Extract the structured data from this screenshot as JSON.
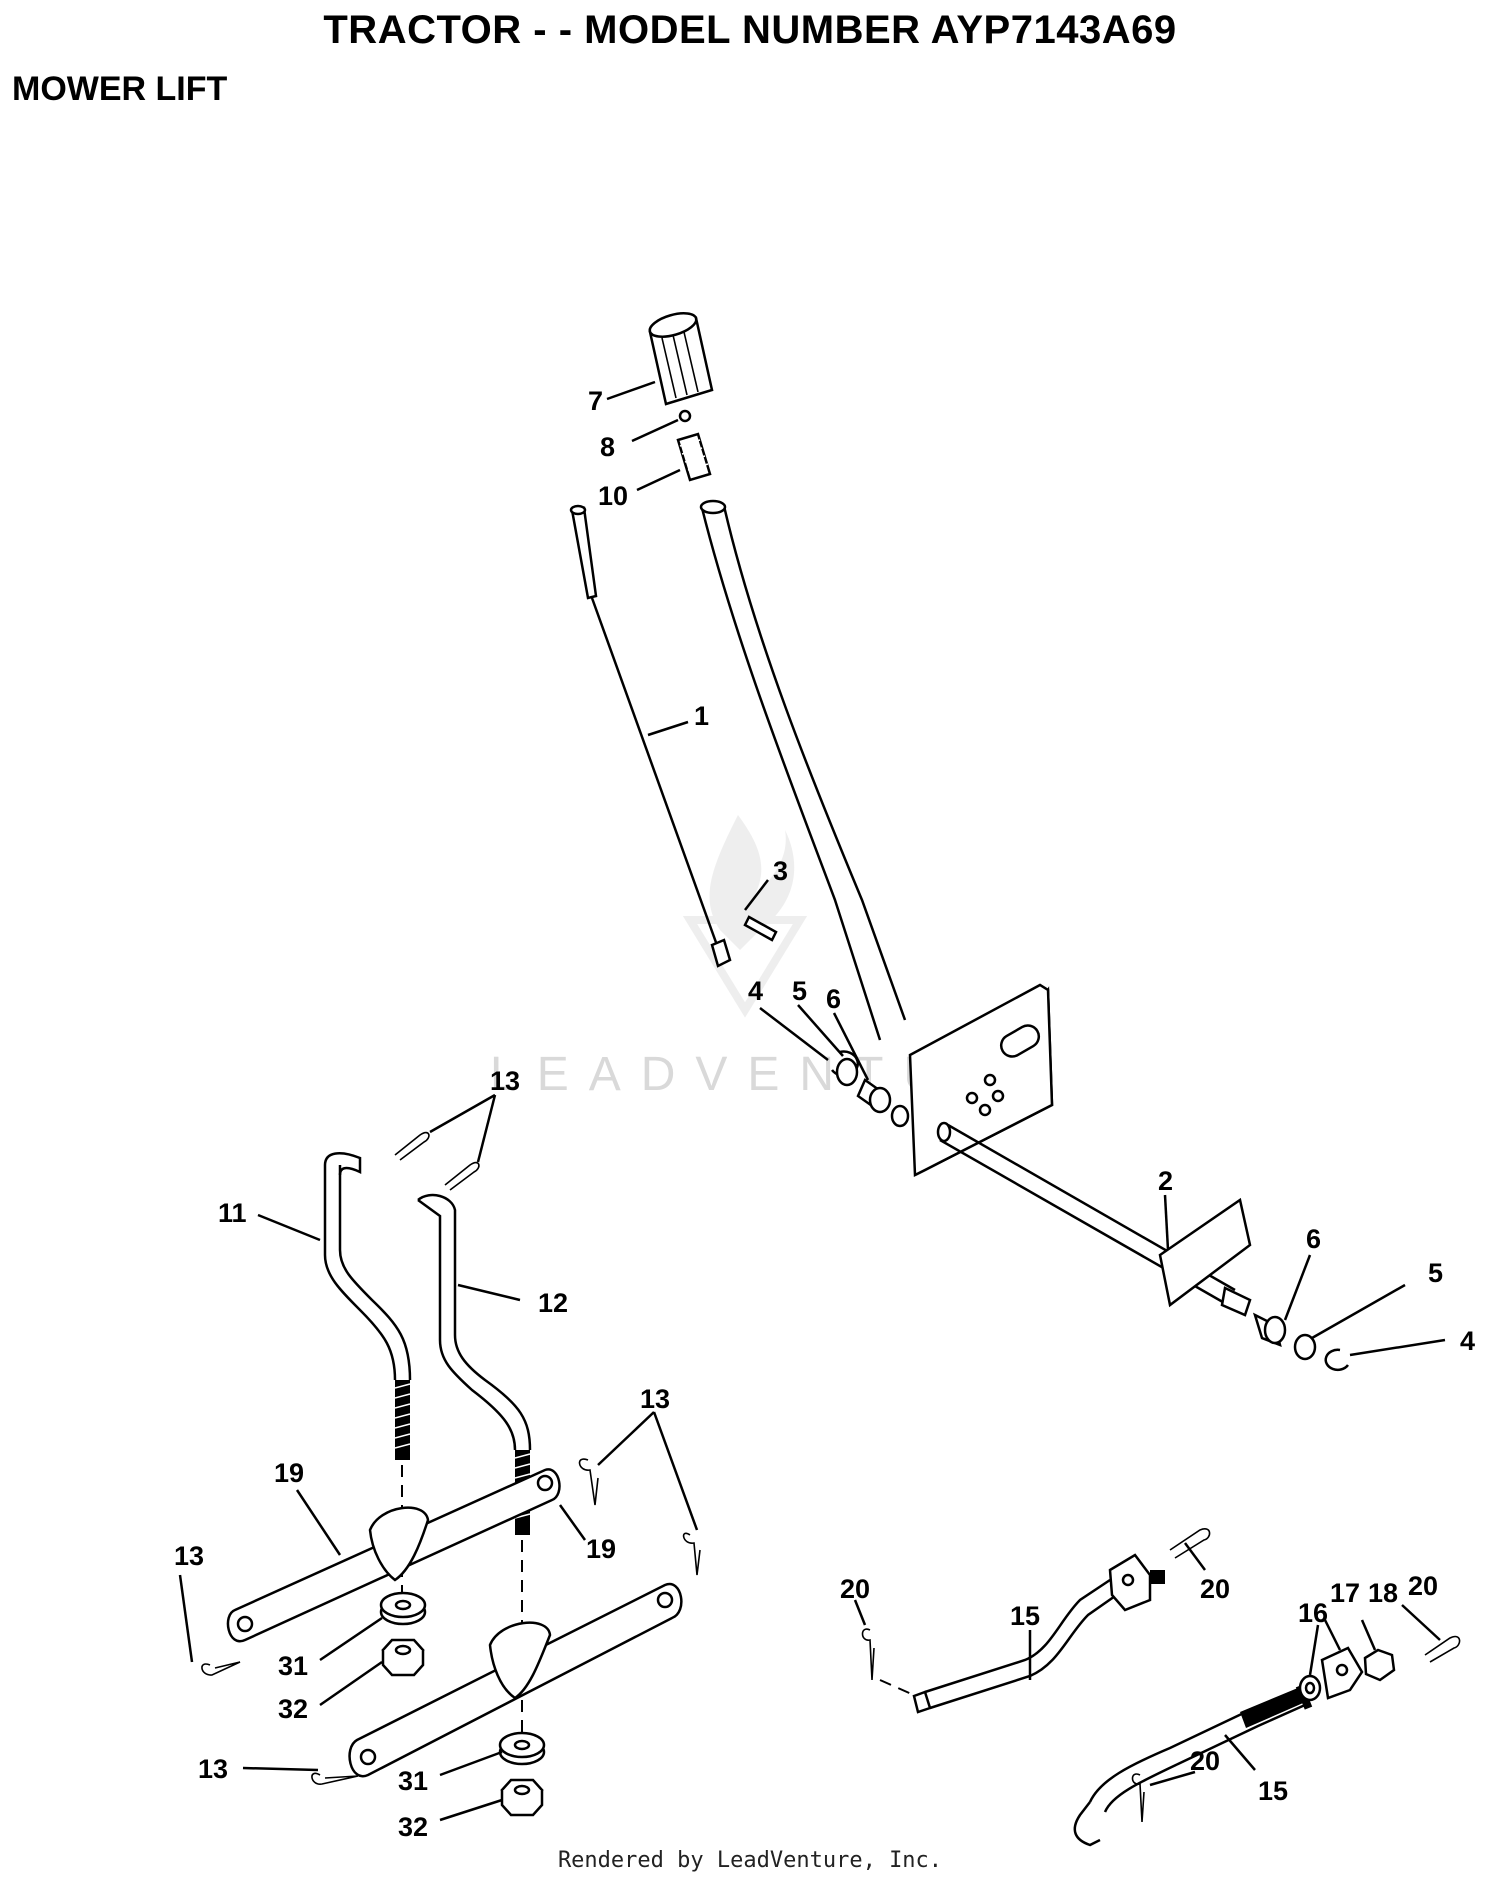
{
  "header": {
    "title": "TRACTOR - - MODEL NUMBER AYP7143A69",
    "section": "MOWER LIFT"
  },
  "watermark": "LEADVENTURE",
  "footer": "Rendered by LeadVenture, Inc.",
  "callouts": [
    {
      "label": "7"
    },
    {
      "label": "8"
    },
    {
      "label": "10"
    },
    {
      "label": "1"
    },
    {
      "label": "3"
    },
    {
      "label": "4"
    },
    {
      "label": "5"
    },
    {
      "label": "6"
    },
    {
      "label": "2"
    },
    {
      "label": "6"
    },
    {
      "label": "5"
    },
    {
      "label": "4"
    },
    {
      "label": "13"
    },
    {
      "label": "11"
    },
    {
      "label": "12"
    },
    {
      "label": "13"
    },
    {
      "label": "19"
    },
    {
      "label": "13"
    },
    {
      "label": "31"
    },
    {
      "label": "32"
    },
    {
      "label": "19"
    },
    {
      "label": "13"
    },
    {
      "label": "31"
    },
    {
      "label": "32"
    },
    {
      "label": "20"
    },
    {
      "label": "15"
    },
    {
      "label": "20"
    },
    {
      "label": "16"
    },
    {
      "label": "17"
    },
    {
      "label": "18"
    },
    {
      "label": "20"
    },
    {
      "label": "20"
    },
    {
      "label": "15"
    }
  ]
}
